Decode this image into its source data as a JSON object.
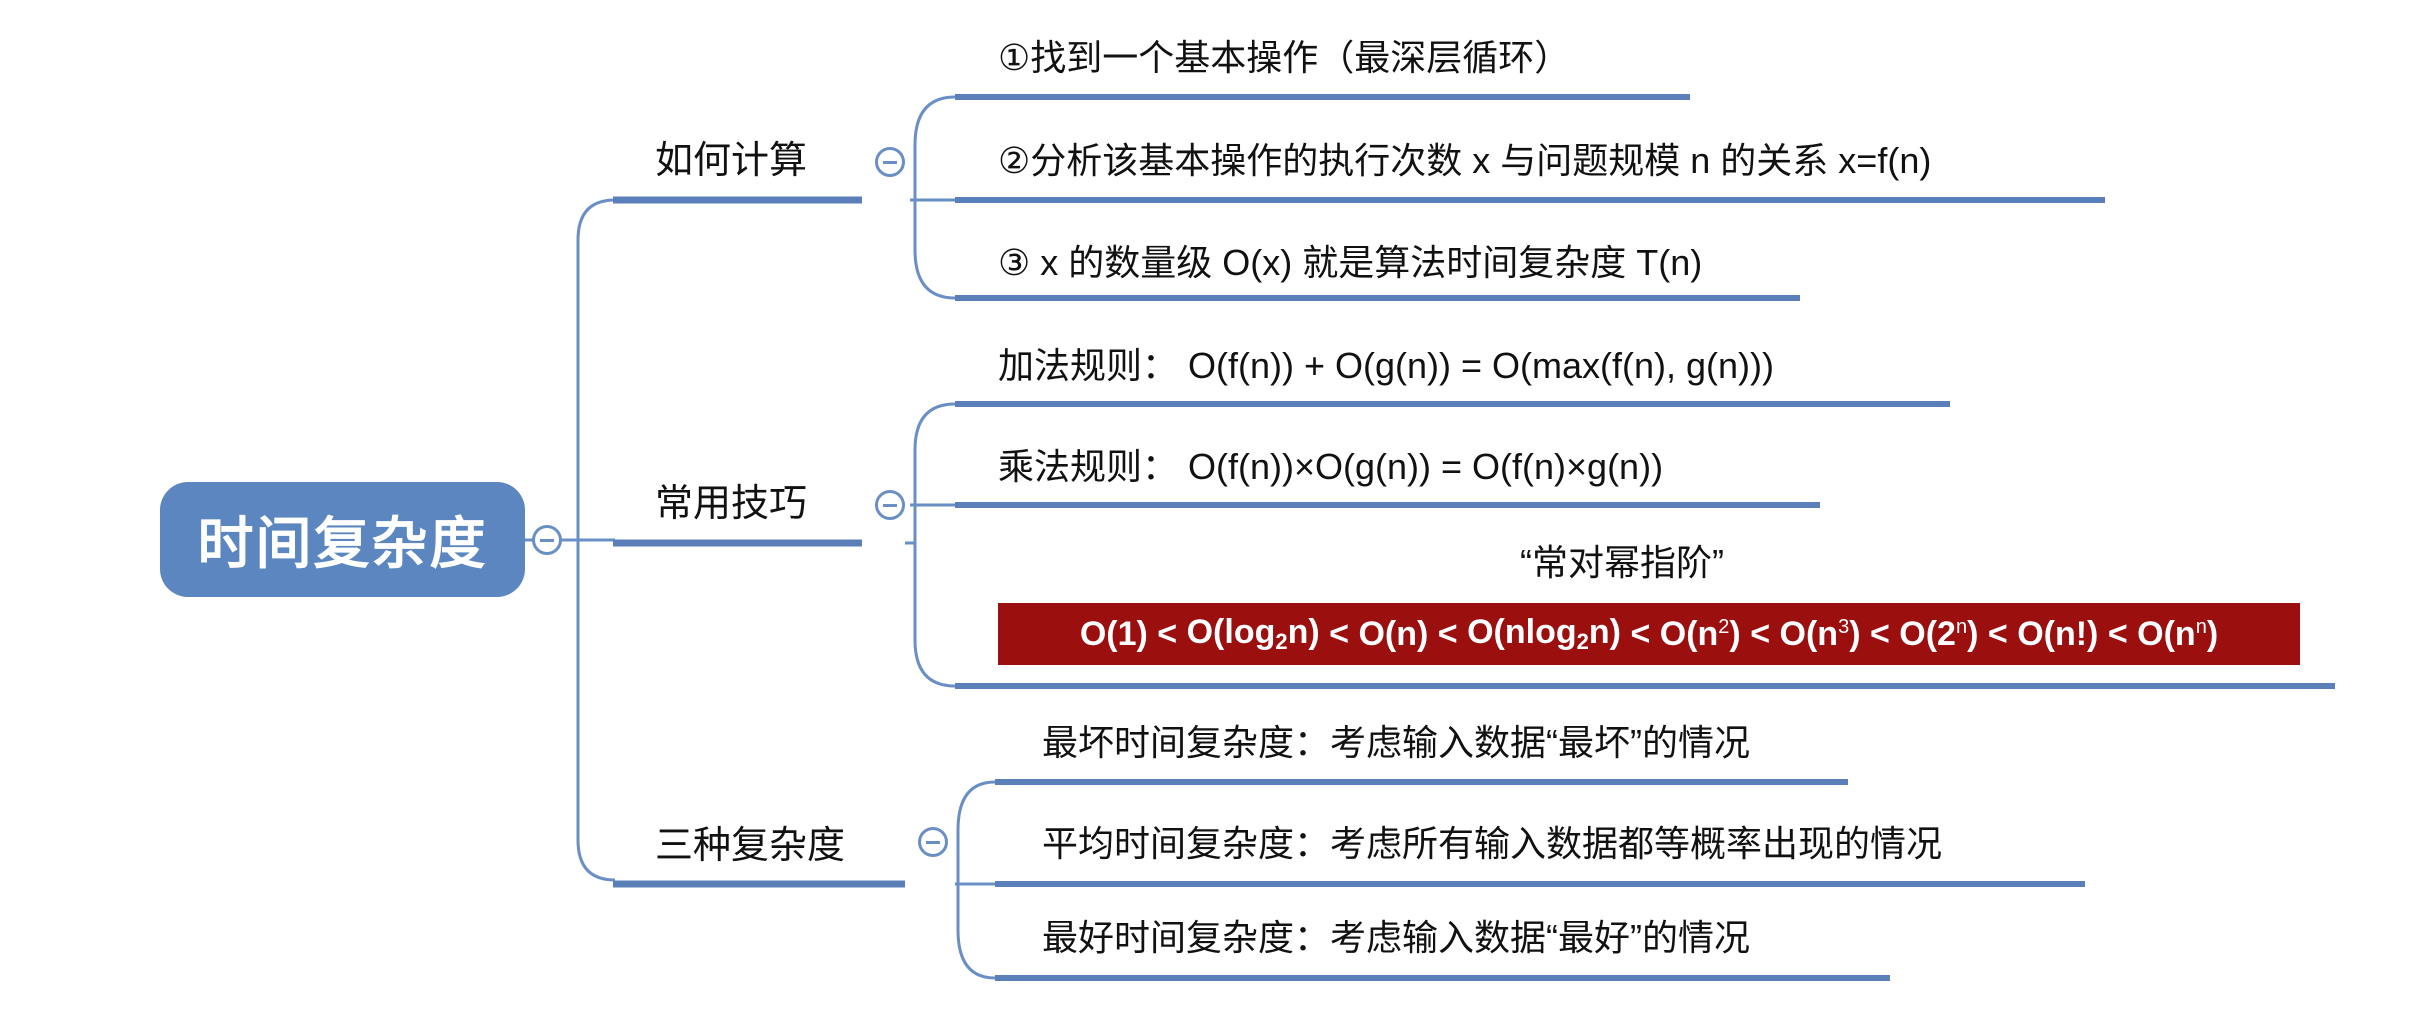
{
  "root": {
    "label": "时间复杂度"
  },
  "branches": [
    {
      "label": "如何计算",
      "leaves": [
        "①找到一个基本操作（最深层循环）",
        "②分析该基本操作的执行次数 x 与问题规模 n 的关系 x=f(n)",
        "③ x 的数量级 O(x) 就是算法时间复杂度 T(n)"
      ]
    },
    {
      "label": "常用技巧",
      "leaves": [
        "加法规则：  O(f(n)) + O(g(n)) = O(max(f(n), g(n)))",
        "乘法规则：  O(f(n))×O(g(n)) = O(f(n)×g(n))"
      ],
      "mnemonic": "“常对幂指阶”",
      "order": {
        "o1": "O(1)",
        "lt": "<",
        "log_prefix": "O(log",
        "log_sub": "2",
        "log_suffix": "n)",
        "on": "O(n)",
        "nlog_prefix": "O(nlog",
        "nlog_sub": "2",
        "nlog_suffix": "n)",
        "n2_base": "O(n",
        "n2_exp": "2",
        "n3_base": "O(n",
        "n3_exp": "3",
        "exp2_base": "O(2",
        "exp2_exp": "n",
        "fact": "O(n!)",
        "nn_base": "O(n",
        "nn_exp": "n",
        "close": ")"
      }
    },
    {
      "label": "三种复杂度",
      "leaves": [
        "最坏时间复杂度：考虑输入数据“最坏”的情况",
        "平均时间复杂度：考虑所有输入数据都等概率出现的情况",
        "最好时间复杂度：考虑输入数据“最好”的情况"
      ]
    }
  ],
  "colors": {
    "connector": "#6a8fc4",
    "root_fill": "#5b86bf",
    "underline": "#5b7fb8",
    "order_box": "#9b0f0f"
  }
}
